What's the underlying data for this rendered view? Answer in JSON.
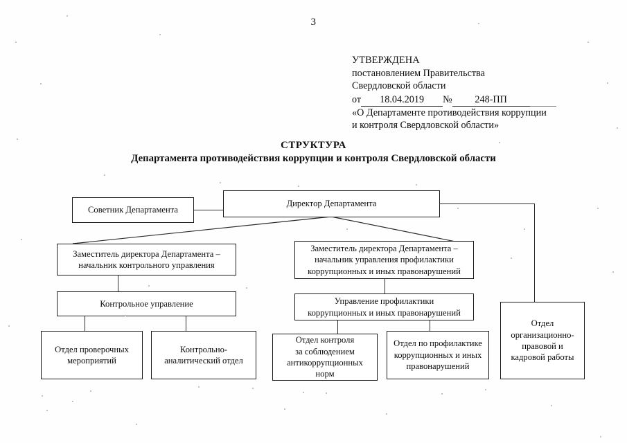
{
  "page": {
    "number": "3"
  },
  "approval": {
    "line1": "УТВЕРЖДЕНА",
    "line2": "постановлением Правительства",
    "line3": "Свердловской области",
    "date_label": "от",
    "date_value": "18.04.2019",
    "number_label": "№",
    "number_value": "248-ПП",
    "line5": "«О Департаменте противодействия коррупции",
    "line6": "и контроля Свердловской области»"
  },
  "title": {
    "line1": "СТРУКТУРА",
    "line2": "Департамента противодействия коррупции и контроля Свердловской области"
  },
  "chart_data": {
    "type": "diagram",
    "title": "СТРУКТУРА Департамента противодействия коррупции и контроля Свердловской области",
    "nodes": [
      {
        "id": "advisor",
        "label": "Советник Департамента"
      },
      {
        "id": "director",
        "label": "Директор Департамента"
      },
      {
        "id": "deputy-control",
        "label": "Заместитель директора Департамента –\nначальник контрольного управления"
      },
      {
        "id": "deputy-prevent",
        "label": "Заместитель директора Департамента –\nначальник управления профилактики\nкоррупционных и иных правонарушений"
      },
      {
        "id": "control-dept",
        "label": "Контрольное управление"
      },
      {
        "id": "prevent-dept",
        "label": "Управление профилактики\nкоррупционных и иных правонарушений"
      },
      {
        "id": "inspect-unit",
        "label": "Отдел проверочных\nмероприятий"
      },
      {
        "id": "analytic-unit",
        "label": "Контрольно-\nаналитический отдел"
      },
      {
        "id": "compliance-unit",
        "label": "Отдел контроля\nза соблюдением\nантикоррупционных\nнорм"
      },
      {
        "id": "prevention-unit",
        "label": "Отдел по профилактике\nкоррупционных и иных\nправонарушений"
      },
      {
        "id": "legal-hr-unit",
        "label": "Отдел\nорганизационно-\nправовой и\nкадровой работы"
      }
    ],
    "edges": [
      {
        "from": "director",
        "to": "advisor"
      },
      {
        "from": "director",
        "to": "deputy-control"
      },
      {
        "from": "director",
        "to": "deputy-prevent"
      },
      {
        "from": "director",
        "to": "legal-hr-unit"
      },
      {
        "from": "deputy-control",
        "to": "control-dept"
      },
      {
        "from": "deputy-prevent",
        "to": "prevent-dept"
      },
      {
        "from": "control-dept",
        "to": "inspect-unit"
      },
      {
        "from": "control-dept",
        "to": "analytic-unit"
      },
      {
        "from": "prevent-dept",
        "to": "compliance-unit"
      },
      {
        "from": "prevent-dept",
        "to": "prevention-unit"
      }
    ]
  }
}
